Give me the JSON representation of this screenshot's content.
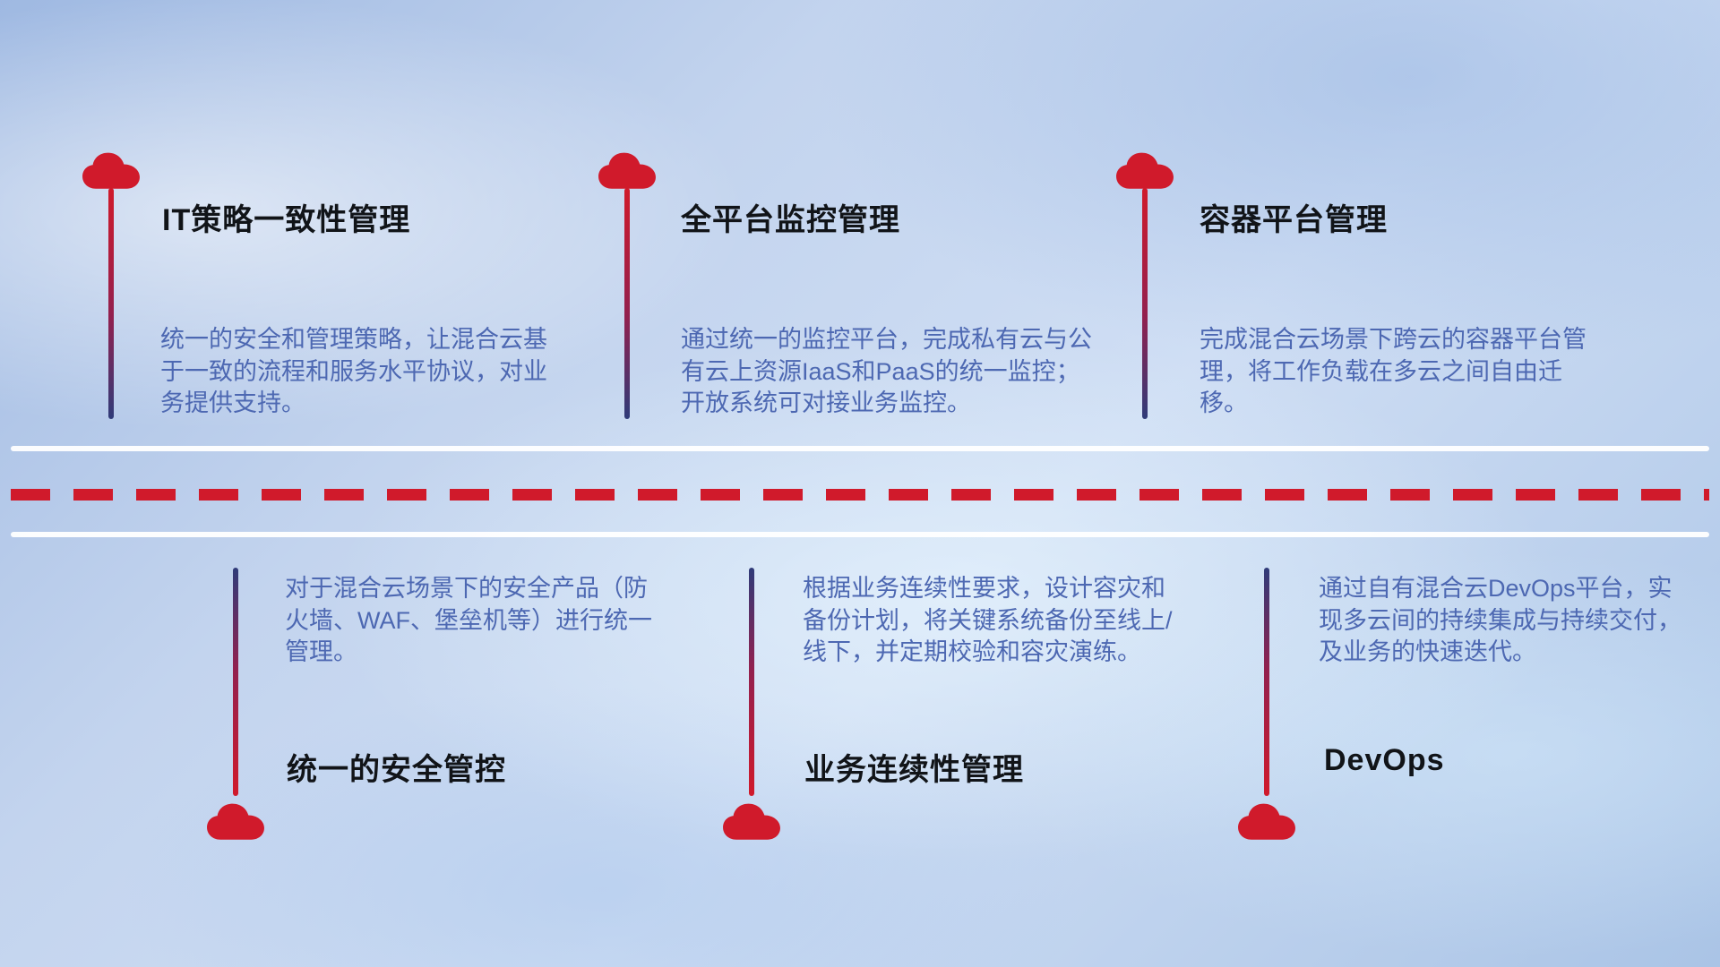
{
  "diagram": {
    "theme": "hybrid-cloud management capabilities roadmap",
    "colors": {
      "accent_red": "#d01a2b",
      "line_navy": "#2f3b79",
      "description_blue": "#4d68b2",
      "title_black": "#111418",
      "road_white": "#ffffff"
    },
    "icons": {
      "cloud": "cloud-icon"
    },
    "top_items": [
      {
        "title": "IT策略一致性管理",
        "description": "统一的安全和管理策略，让混合云基于一致的流程和服务水平协议，对业务提供支持。"
      },
      {
        "title": "全平台监控管理",
        "description": "通过统一的监控平台，完成私有云与公有云上资源IaaS和PaaS的统一监控；开放系统可对接业务监控。"
      },
      {
        "title": "容器平台管理",
        "description": "完成混合云场景下跨云的容器平台管理，将工作负载在多云之间自由迁移。"
      }
    ],
    "bottom_items": [
      {
        "title": "统一的安全管控",
        "description": "对于混合云场景下的安全产品（防火墙、WAF、堡垒机等）进行统一管理。"
      },
      {
        "title": "业务连续性管理",
        "description": "根据业务连续性要求，设计容灾和备份计划，将关键系统备份至线上/线下，并定期校验和容灾演练。"
      },
      {
        "title": "DevOps",
        "description": "通过自有混合云DevOps平台，实现多云间的持续集成与持续交付，及业务的快速迭代。"
      }
    ]
  }
}
